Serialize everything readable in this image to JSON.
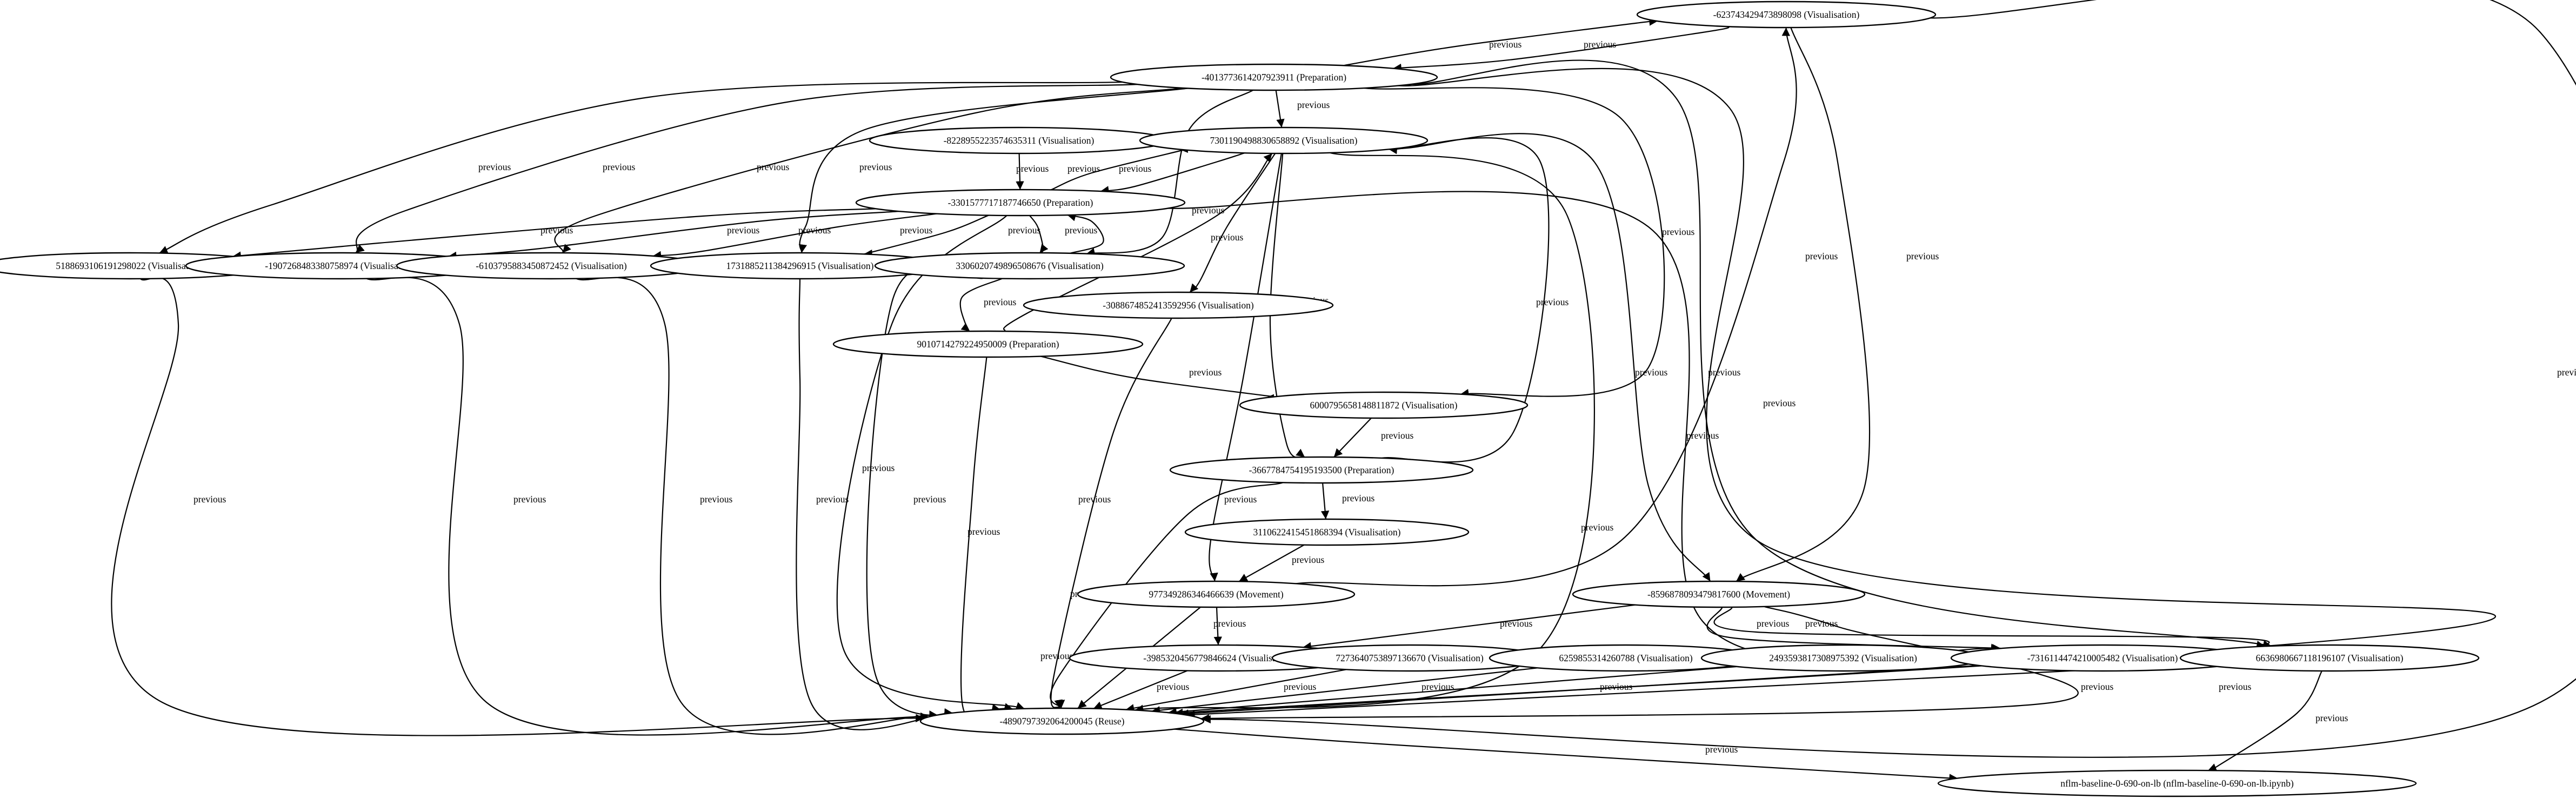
{
  "graph": {
    "nodes": [
      {
        "id": "n1",
        "label": "-623743429473898098 (Visualisation)"
      },
      {
        "id": "n2",
        "label": "-4013773614207923911 (Preparation)"
      },
      {
        "id": "n3",
        "label": "-8228955223574635311 (Visualisation)"
      },
      {
        "id": "n4",
        "label": "7301190498830658892 (Visualisation)"
      },
      {
        "id": "n5",
        "label": "-3301577717187746650 (Preparation)"
      },
      {
        "id": "n6",
        "label": "5188693106191298022 (Visualisation)"
      },
      {
        "id": "n7",
        "label": "-1907268483380758974 (Visualisation)"
      },
      {
        "id": "n8",
        "label": "-6103795883450872452 (Visualisation)"
      },
      {
        "id": "n9",
        "label": "1731885211384296915 (Visualisation)"
      },
      {
        "id": "n10",
        "label": "3306020749896508676 (Visualisation)"
      },
      {
        "id": "n11",
        "label": "-3088674852413592956 (Visualisation)"
      },
      {
        "id": "n12",
        "label": "9010714279224950009 (Preparation)"
      },
      {
        "id": "n13",
        "label": "6000795658148811872 (Visualisation)"
      },
      {
        "id": "n14",
        "label": "-3667784754195193500 (Preparation)"
      },
      {
        "id": "n15",
        "label": "3110622415451868394 (Visualisation)"
      },
      {
        "id": "n16",
        "label": "977349286346466639 (Movement)"
      },
      {
        "id": "n17",
        "label": "-8596878093479817600 (Movement)"
      },
      {
        "id": "n18",
        "label": "-3985320456779846624 (Visualisation)"
      },
      {
        "id": "n19",
        "label": "7273640753897136670 (Visualisation)"
      },
      {
        "id": "n20",
        "label": "6259855314260788 (Visualisation)"
      },
      {
        "id": "n21",
        "label": "2493593817308975392 (Visualisation)"
      },
      {
        "id": "n22",
        "label": "-7316114474210005482 (Visualisation)"
      },
      {
        "id": "n23",
        "label": "6636980667118196107 (Visualisation)"
      },
      {
        "id": "n24",
        "label": "-4890797392064200045 (Reuse)"
      },
      {
        "id": "n25",
        "label": "nflm-baseline-0-690-on-lb (nflm-baseline-0-690-on-lb.ipynb)"
      }
    ],
    "edges": [
      {
        "from": "n2",
        "to": "n1",
        "label": "previous"
      },
      {
        "from": "n1",
        "to": "n2",
        "label": "previous"
      },
      {
        "from": "n2",
        "to": "n4",
        "label": "previous"
      },
      {
        "from": "n2",
        "to": "n6",
        "label": "previous"
      },
      {
        "from": "n2",
        "to": "n7",
        "label": "previous"
      },
      {
        "from": "n2",
        "to": "n8",
        "label": "previous"
      },
      {
        "from": "n2",
        "to": "n9",
        "label": "previous"
      },
      {
        "from": "n2",
        "to": "n10",
        "label": "previous"
      },
      {
        "from": "n2",
        "to": "n13",
        "label": "previous"
      },
      {
        "from": "n2",
        "to": "n23",
        "label": "previous"
      },
      {
        "from": "n2",
        "to": "n24",
        "label": "previous"
      },
      {
        "from": "n1",
        "to": "n17",
        "label": "previous"
      },
      {
        "from": "n1",
        "to": "n24",
        "label": "previous"
      },
      {
        "from": "n3",
        "to": "n5",
        "label": "previous"
      },
      {
        "from": "n5",
        "to": "n4",
        "label": "previous"
      },
      {
        "from": "n4",
        "to": "n5",
        "label": "previous"
      },
      {
        "from": "n5",
        "to": "n6",
        "label": "previous"
      },
      {
        "from": "n5",
        "to": "n7",
        "label": "previous"
      },
      {
        "from": "n5",
        "to": "n8",
        "label": "previous"
      },
      {
        "from": "n5",
        "to": "n9",
        "label": "previous"
      },
      {
        "from": "n5",
        "to": "n10",
        "label": "previous"
      },
      {
        "from": "n10",
        "to": "n5",
        "label": "previous"
      },
      {
        "from": "n5",
        "to": "n24",
        "label": "previous"
      },
      {
        "from": "n5",
        "to": "n22",
        "label": "previous"
      },
      {
        "from": "n4",
        "to": "n11",
        "label": "previous"
      },
      {
        "from": "n4",
        "to": "n14",
        "label": "previous"
      },
      {
        "from": "n4",
        "to": "n16",
        "label": "previous"
      },
      {
        "from": "n4",
        "to": "n17",
        "label": "previous"
      },
      {
        "from": "n4",
        "to": "n24",
        "label": "previous"
      },
      {
        "from": "n6",
        "to": "n24",
        "label": "previous"
      },
      {
        "from": "n7",
        "to": "n24",
        "label": "previous"
      },
      {
        "from": "n8",
        "to": "n24",
        "label": "previous"
      },
      {
        "from": "n9",
        "to": "n24",
        "label": "previous"
      },
      {
        "from": "n10",
        "to": "n12",
        "label": "previous"
      },
      {
        "from": "n10",
        "to": "n24",
        "label": "previous"
      },
      {
        "from": "n11",
        "to": "n24",
        "label": "previous"
      },
      {
        "from": "n12",
        "to": "n4",
        "label": "previous"
      },
      {
        "from": "n12",
        "to": "n13",
        "label": "previous"
      },
      {
        "from": "n12",
        "to": "n24",
        "label": "previous"
      },
      {
        "from": "n13",
        "to": "n14",
        "label": "previous"
      },
      {
        "from": "n14",
        "to": "n4",
        "label": "previous"
      },
      {
        "from": "n14",
        "to": "n15",
        "label": "previous"
      },
      {
        "from": "n14",
        "to": "n24",
        "label": "previous"
      },
      {
        "from": "n15",
        "to": "n16",
        "label": "previous"
      },
      {
        "from": "n16",
        "to": "n1",
        "label": "previous"
      },
      {
        "from": "n16",
        "to": "n18",
        "label": "previous"
      },
      {
        "from": "n16",
        "to": "n24",
        "label": "previous"
      },
      {
        "from": "n17",
        "to": "n18",
        "label": "previous"
      },
      {
        "from": "n17",
        "to": "n22",
        "label": "previous"
      },
      {
        "from": "n17",
        "to": "n23",
        "label": "previous"
      },
      {
        "from": "n17",
        "to": "n24",
        "label": "previous"
      },
      {
        "from": "n18",
        "to": "n24",
        "label": "previous"
      },
      {
        "from": "n19",
        "to": "n24",
        "label": "previous"
      },
      {
        "from": "n20",
        "to": "n24",
        "label": "previous"
      },
      {
        "from": "n21",
        "to": "n24",
        "label": "previous"
      },
      {
        "from": "n22",
        "to": "n24",
        "label": "previous"
      },
      {
        "from": "n23",
        "to": "n24",
        "label": "previous"
      },
      {
        "from": "n23",
        "to": "n25",
        "label": "previous"
      },
      {
        "from": "n24",
        "to": "n25",
        "label": "previous"
      }
    ]
  }
}
